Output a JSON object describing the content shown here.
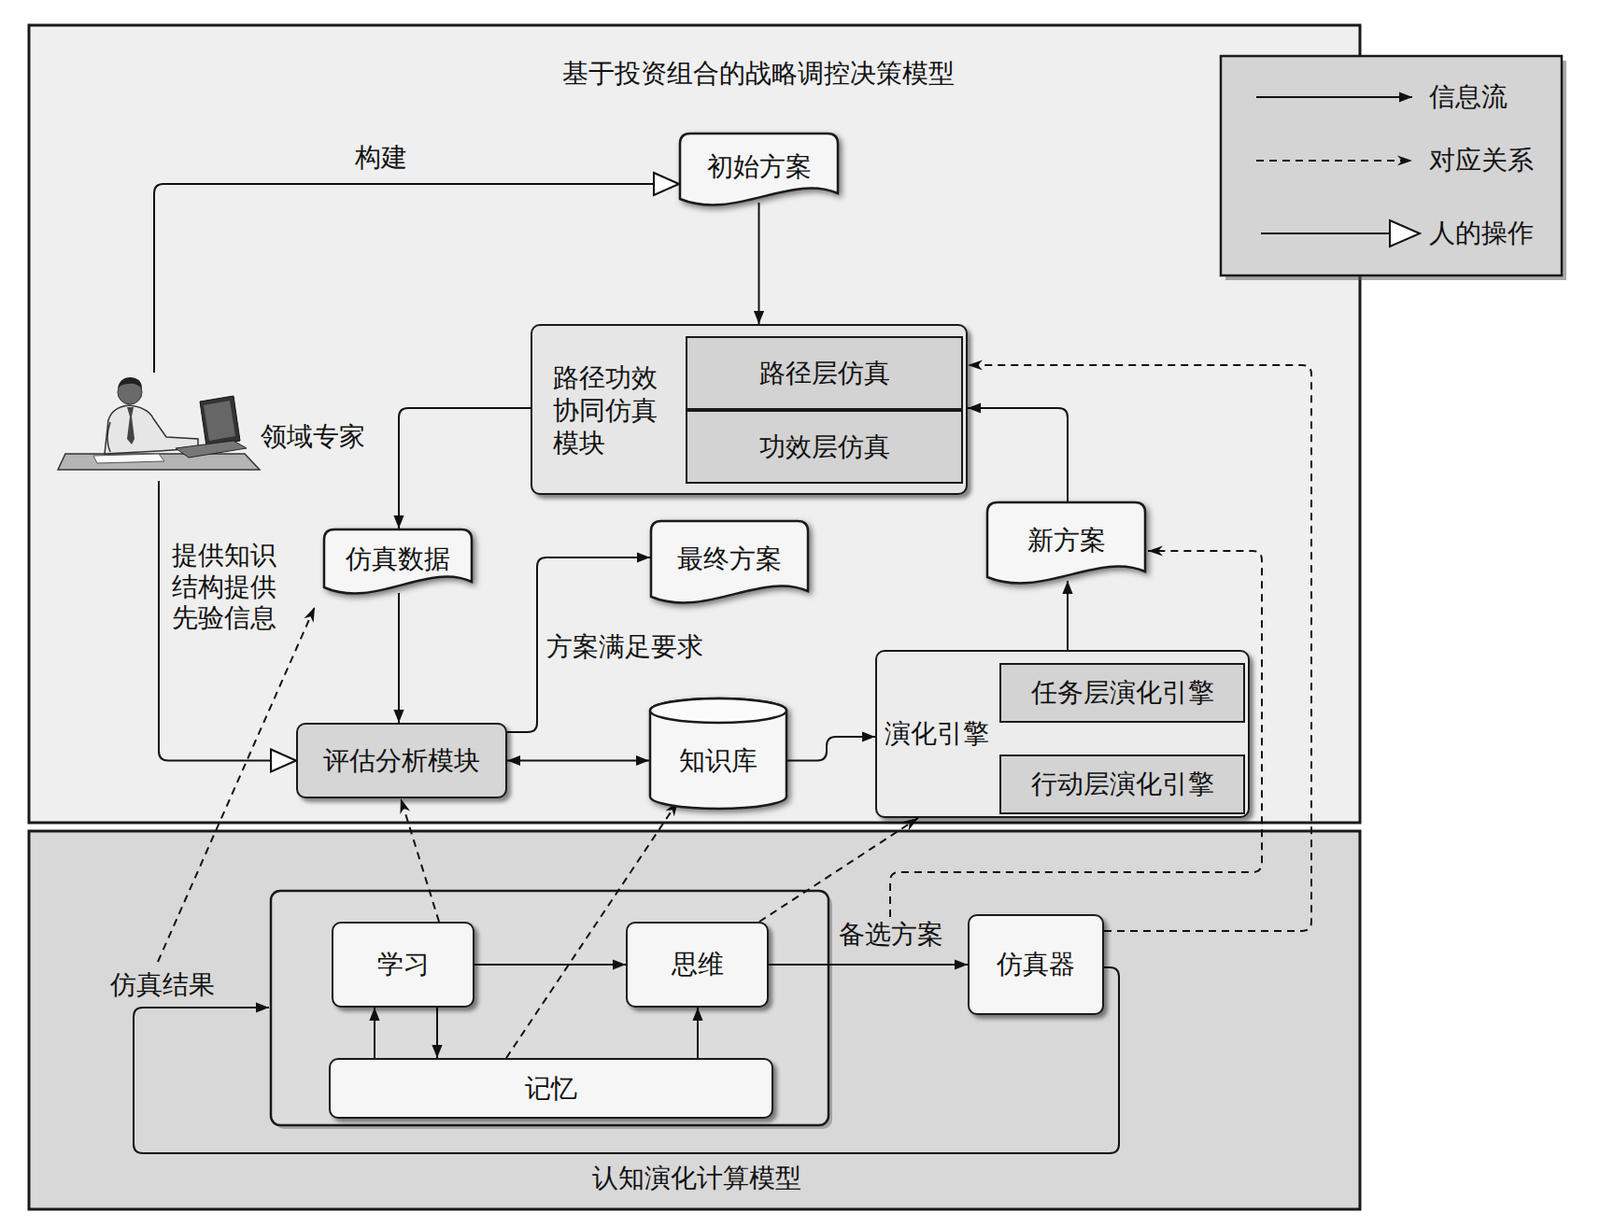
{
  "diagram": {
    "nodes": [
      {
        "text": [
          "基于投资组合的战略调控决策模型"
        ]
      },
      {
        "text": [
          "初始方案"
        ],
        "in": 0
      },
      {
        "text": [
          "路径功效协同仿真模块"
        ],
        "in": 0
      },
      {
        "text": [
          "路径层仿真"
        ],
        "in": 2
      },
      {
        "text": [
          "功效层仿真"
        ],
        "in": 2
      },
      {
        "text": [
          "领域专家"
        ],
        "in": 0
      },
      {
        "text": [
          "仿真数据"
        ],
        "in": 0
      },
      {
        "text": [
          "最终方案"
        ],
        "in": 0
      },
      {
        "text": [
          "新方案"
        ],
        "in": 0
      },
      {
        "text": [
          "评估分析模块"
        ],
        "in": 0
      },
      {
        "text": [
          "知识库"
        ],
        "in": 0
      },
      {
        "text": [
          "演化引擎"
        ],
        "in": 0
      },
      {
        "text": [
          "任务层演化引擎"
        ],
        "in": 11
      },
      {
        "text": [
          "行动层演化引擎"
        ],
        "in": 11
      },
      {
        "text": [
          "认知演化计算模型"
        ]
      },
      {
        "text": [
          "学习"
        ],
        "in": 14
      },
      {
        "text": [
          "思维"
        ],
        "in": 14
      },
      {
        "text": [
          "记忆"
        ],
        "in": 14
      },
      {
        "text": [
          "仿真器"
        ],
        "in": 14
      }
    ],
    "edges": [
      {
        "from": 5,
        "to": 1,
        "arrow": "to",
        "label": "构建"
      },
      {
        "from": 5,
        "to": 9,
        "arrow": "to",
        "label": "提供知识结构提供先验信息"
      },
      {
        "from": 1,
        "to": 2,
        "arrow": "to"
      },
      {
        "from": 2,
        "to": 6,
        "arrow": "to"
      },
      {
        "from": 6,
        "to": 9,
        "arrow": "to"
      },
      {
        "from": 9,
        "to": 7,
        "arrow": "to",
        "label": "方案满足要求"
      },
      {
        "from": 9,
        "to": 10,
        "arrow": "both"
      },
      {
        "from": 10,
        "to": 11,
        "arrow": "to"
      },
      {
        "from": 12,
        "to": 13,
        "arrow": "to"
      },
      {
        "from": 11,
        "to": 8,
        "arrow": "to"
      },
      {
        "from": 8,
        "to": 2,
        "arrow": "to"
      },
      {
        "from": 15,
        "to": 9,
        "arrow": "to"
      },
      {
        "from": 17,
        "to": 10,
        "arrow": "to"
      },
      {
        "from": 16,
        "to": 11,
        "arrow": "to"
      },
      {
        "from": 18,
        "to": 2,
        "arrow": "to"
      },
      {
        "from": 15,
        "to": 16,
        "arrow": "to"
      },
      {
        "from": 15,
        "to": 17,
        "arrow": "to"
      },
      {
        "from": 17,
        "to": 15,
        "arrow": "to"
      },
      {
        "from": 17,
        "to": 16,
        "arrow": "to"
      },
      {
        "from": 16,
        "to": 18,
        "arrow": "to",
        "label": "备选方案"
      }
    ],
    "labels": [
      "仿真结果"
    ],
    "legend": [
      {
        "text": "信息流"
      },
      {
        "text": "对应关系"
      },
      {
        "text": "人的操作"
      }
    ]
  }
}
